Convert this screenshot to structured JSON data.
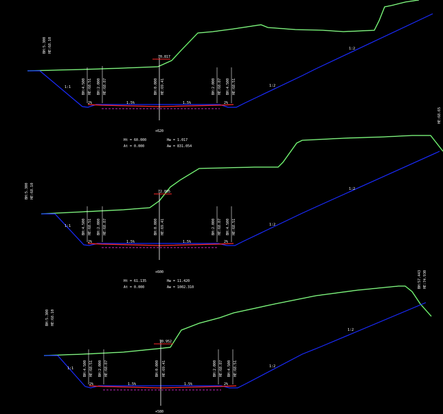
{
  "colors": {
    "background": "#000000",
    "ground": "#33cc33",
    "ground_edge": "#e8ffe8",
    "design": "#1a2bff",
    "pavement": "#ff2a2a",
    "subgrade": "#ff33ff",
    "annotation": "#ffffff"
  },
  "sections": [
    {
      "top_left_label_1": "BH:5.300",
      "top_left_label_2": "HE:68.10",
      "center_elev": "70.817",
      "right_edge_label": "HE:68.65",
      "slope_left": "1:1",
      "slope_right_1": "1:2",
      "slope_right_2": "1:2",
      "pct_left": "2%",
      "pct_inner_left": "1.5%",
      "pct_inner_right": "1.5%",
      "pct_right": "2%",
      "vlabels": [
        [
          "BH:4.500",
          "HE:68.51"
        ],
        [
          "BH:2.000",
          "HE:68.87"
        ],
        [
          "BH:0.000",
          "HE:69.41"
        ],
        [
          "BH:2.000",
          "HE:68.87"
        ],
        [
          "BH:4.500",
          "HE:68.51"
        ]
      ],
      "station": "+620",
      "stats": [
        "Ht = 60.000",
        "Hw = 1.017",
        "At = 0.000",
        "Aw = 831.054"
      ]
    },
    {
      "top_left_label_1": "BH:5.300",
      "top_left_label_2": "HE:68.10",
      "center_elev": "72.805",
      "slope_left": "1:1",
      "slope_right_1": "1:2",
      "slope_right_2": "1:2",
      "pct_left": "2%",
      "pct_inner_left": "1.5%",
      "pct_inner_right": "1.5%",
      "pct_right": "2%",
      "vlabels": [
        [
          "BH:4.500",
          "HE:68.51"
        ],
        [
          "BH:2.000",
          "HE:68.87"
        ],
        [
          "BH:0.000",
          "HE:69.41"
        ],
        [
          "BH:2.000",
          "HE:68.87"
        ],
        [
          "BH:4.500",
          "HE:68.51"
        ]
      ],
      "station": "+600",
      "stats": [
        "Ht = 61.135",
        "Hw = 11.420",
        "At = 0.000",
        "Aw = 1002.310"
      ]
    },
    {
      "top_left_label_1": "BH:5.300",
      "top_left_label_2": "HE:68.10",
      "top_right_label_1": "BH:57.443",
      "top_right_label_2": "HE:74.930",
      "center_elev": "70.952",
      "slope_left": "1:1",
      "slope_right_1": "1:2",
      "slope_right_2": "1:2",
      "pct_left": "2%",
      "pct_inner_left": "1.5%",
      "pct_inner_right": "1.5%",
      "pct_right": "2%",
      "vlabels": [
        [
          "BH:4.500",
          "HE:68.51"
        ],
        [
          "BH:2.000",
          "HE:68.87"
        ],
        [
          "BH:0.000",
          "HE:69.41"
        ],
        [
          "BH:2.000",
          "HE:68.87"
        ],
        [
          "BH:4.500",
          "HE:68.51"
        ]
      ],
      "station": "+580"
    }
  ]
}
